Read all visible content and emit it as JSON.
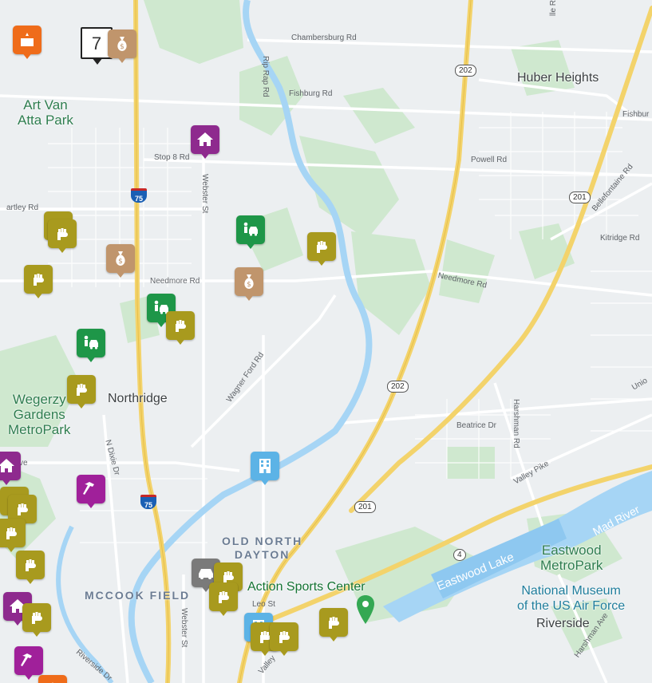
{
  "map": {
    "cluster_count": "7",
    "roads": {
      "chambersburg": "Chambersburg Rd",
      "fishburg": "Fishburg Rd",
      "fishburg_e": "Fishbur",
      "rip_rap": "Rip Rap Rd",
      "powell": "Powell Rd",
      "stop8": "Stop 8 Rd",
      "webster_n": "Webster St",
      "bellefontaine": "Bellefontaine Rd",
      "kitridge": "Kitridge Rd",
      "hartley": "artley Rd",
      "needmore_w": "Needmore Rd",
      "needmore_e": "Needmore Rd",
      "wagner_ford": "Wagner Ford Rd",
      "beatrice": "Beatrice Dr",
      "harshman_n": "Harshman Rd",
      "valley_pike": "Valley Pike",
      "n_dixie": "N Dixie Dr",
      "ave_w": "r Ave",
      "webster_s": "Webster St",
      "leo": "Leo St",
      "riverside_dr": "Riverside Dr",
      "harshman_s": "Harshman Ave",
      "valley_s": "Valley",
      "unio": "Unio",
      "ridge_n": "lle Rd"
    },
    "shields": {
      "us202_n": "202",
      "us202_s": "202",
      "us201_n": "201",
      "us201_s": "201",
      "sr4": "4",
      "i75_n": "75",
      "i75_s": "75"
    },
    "places": {
      "art_van_atta": "Art Van\nAtta Park",
      "huber_heights": "Huber Heights",
      "northridge": "Northridge",
      "wegerzyn": "Wegerzy\nGardens\nMetroPark",
      "old_north_dayton": "OLD NORTH\nDAYTON",
      "mccook_field": "MCCOOK FIELD",
      "action_sports": "Action Sports Center",
      "eastwood_metropark": "Eastwood\nMetroPark",
      "museum": "National Museum\nof the US Air Force",
      "riverside": "Riverside",
      "eastwood_lake": "Eastwood Lake",
      "mad_river": "Mad River"
    },
    "marker_types": {
      "fist": "#a89a1e",
      "money": "#c0956c",
      "house": "#8e2a8e",
      "car_service": "#1e9648",
      "hammer": "#a0209a",
      "building": "#5cb3e6",
      "car": "#7a7a7a",
      "cake": "#ef6c1a",
      "poi_pin": "#34a853"
    }
  }
}
